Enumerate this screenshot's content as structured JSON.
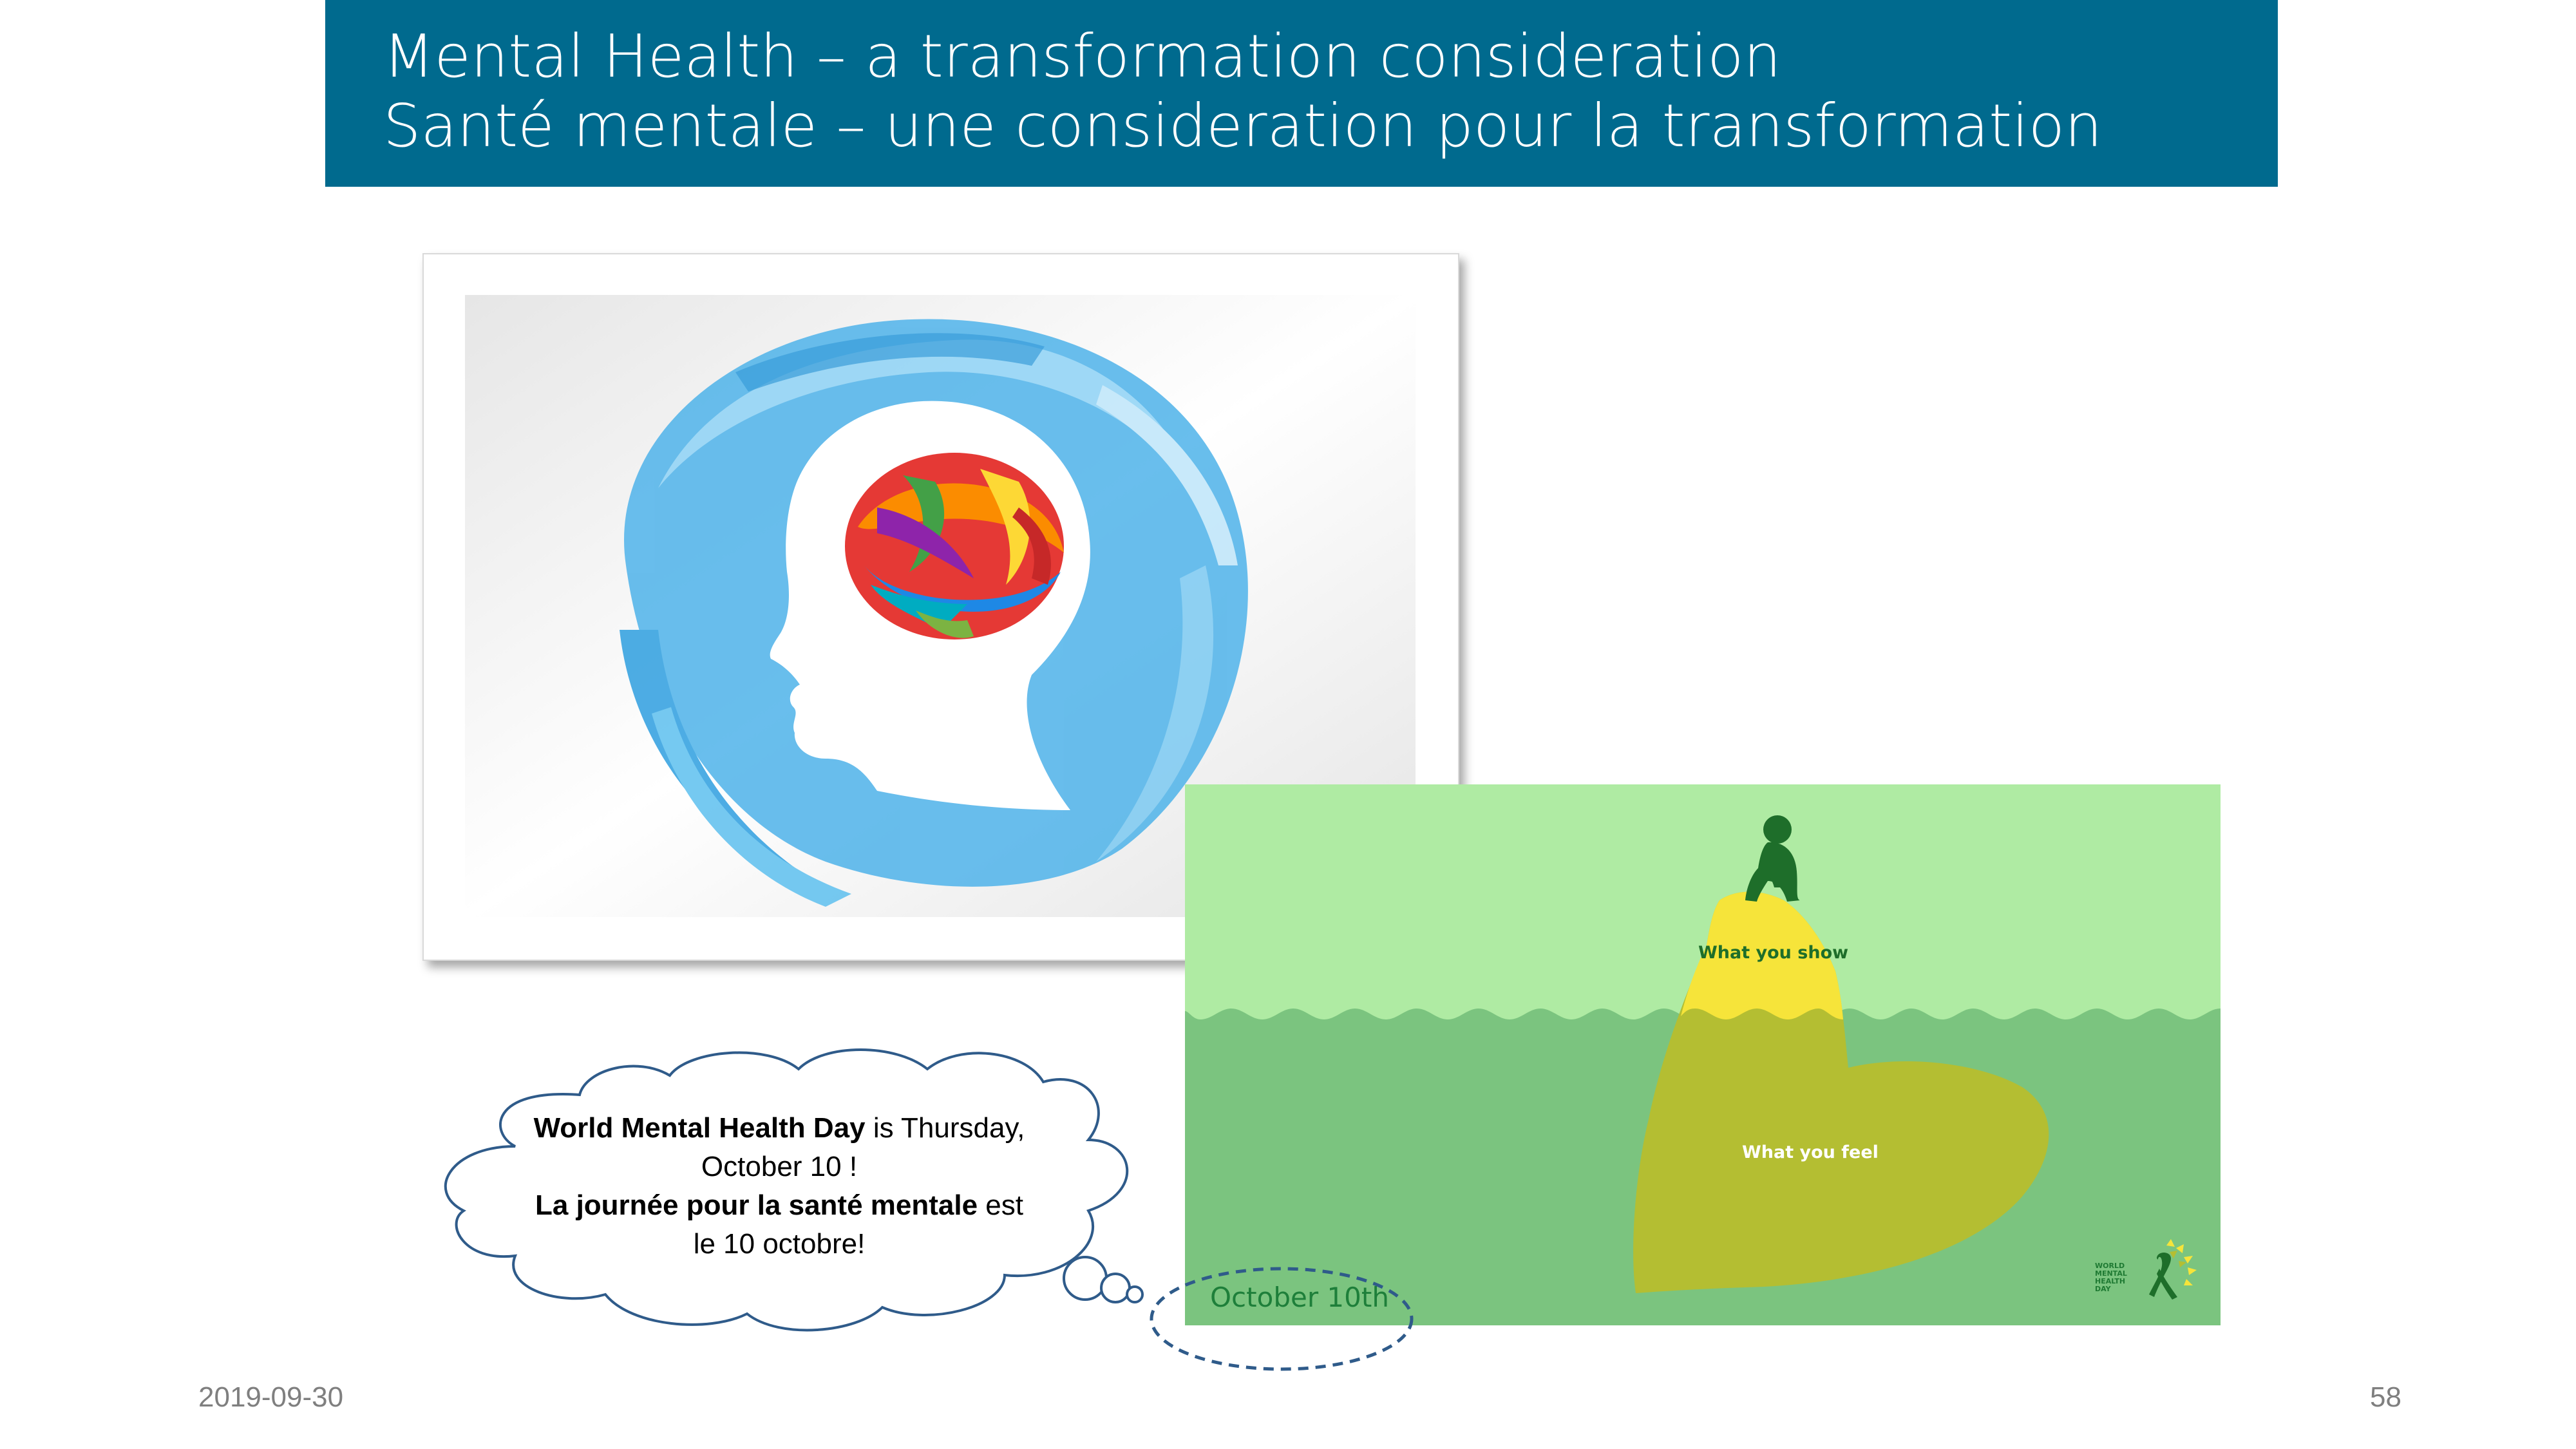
{
  "header": {
    "title_line1": "Mental Health – a transformation consideration",
    "title_line2": "Santé mentale – une consideration pour la transformation",
    "background_color": "#006a8e"
  },
  "images": {
    "head_illustration": "colorful-brain-head-silhouette",
    "poster": "world-mental-health-day-iceberg-poster"
  },
  "poster": {
    "what_you_show": "What you show",
    "what_you_feel": "What you feel",
    "logo_line1": "WORLD",
    "logo_line2": "MENTAL",
    "logo_line3": "HEALTH",
    "logo_line4": "DAY",
    "sky_color": "#afeba3",
    "sea_color": "#7bc47f",
    "heart_color": "#f6e43a"
  },
  "callout": {
    "line1_bold": "World Mental Health Day",
    "line1_rest": " is Thursday,",
    "line2": "October 10 !",
    "line3_bold": "La journée pour la santé mentale",
    "line3_rest": " est",
    "line4": "le 10 octobre!",
    "date_label": "October 10th"
  },
  "footer": {
    "date": "2019-09-30",
    "page_number": "58"
  }
}
